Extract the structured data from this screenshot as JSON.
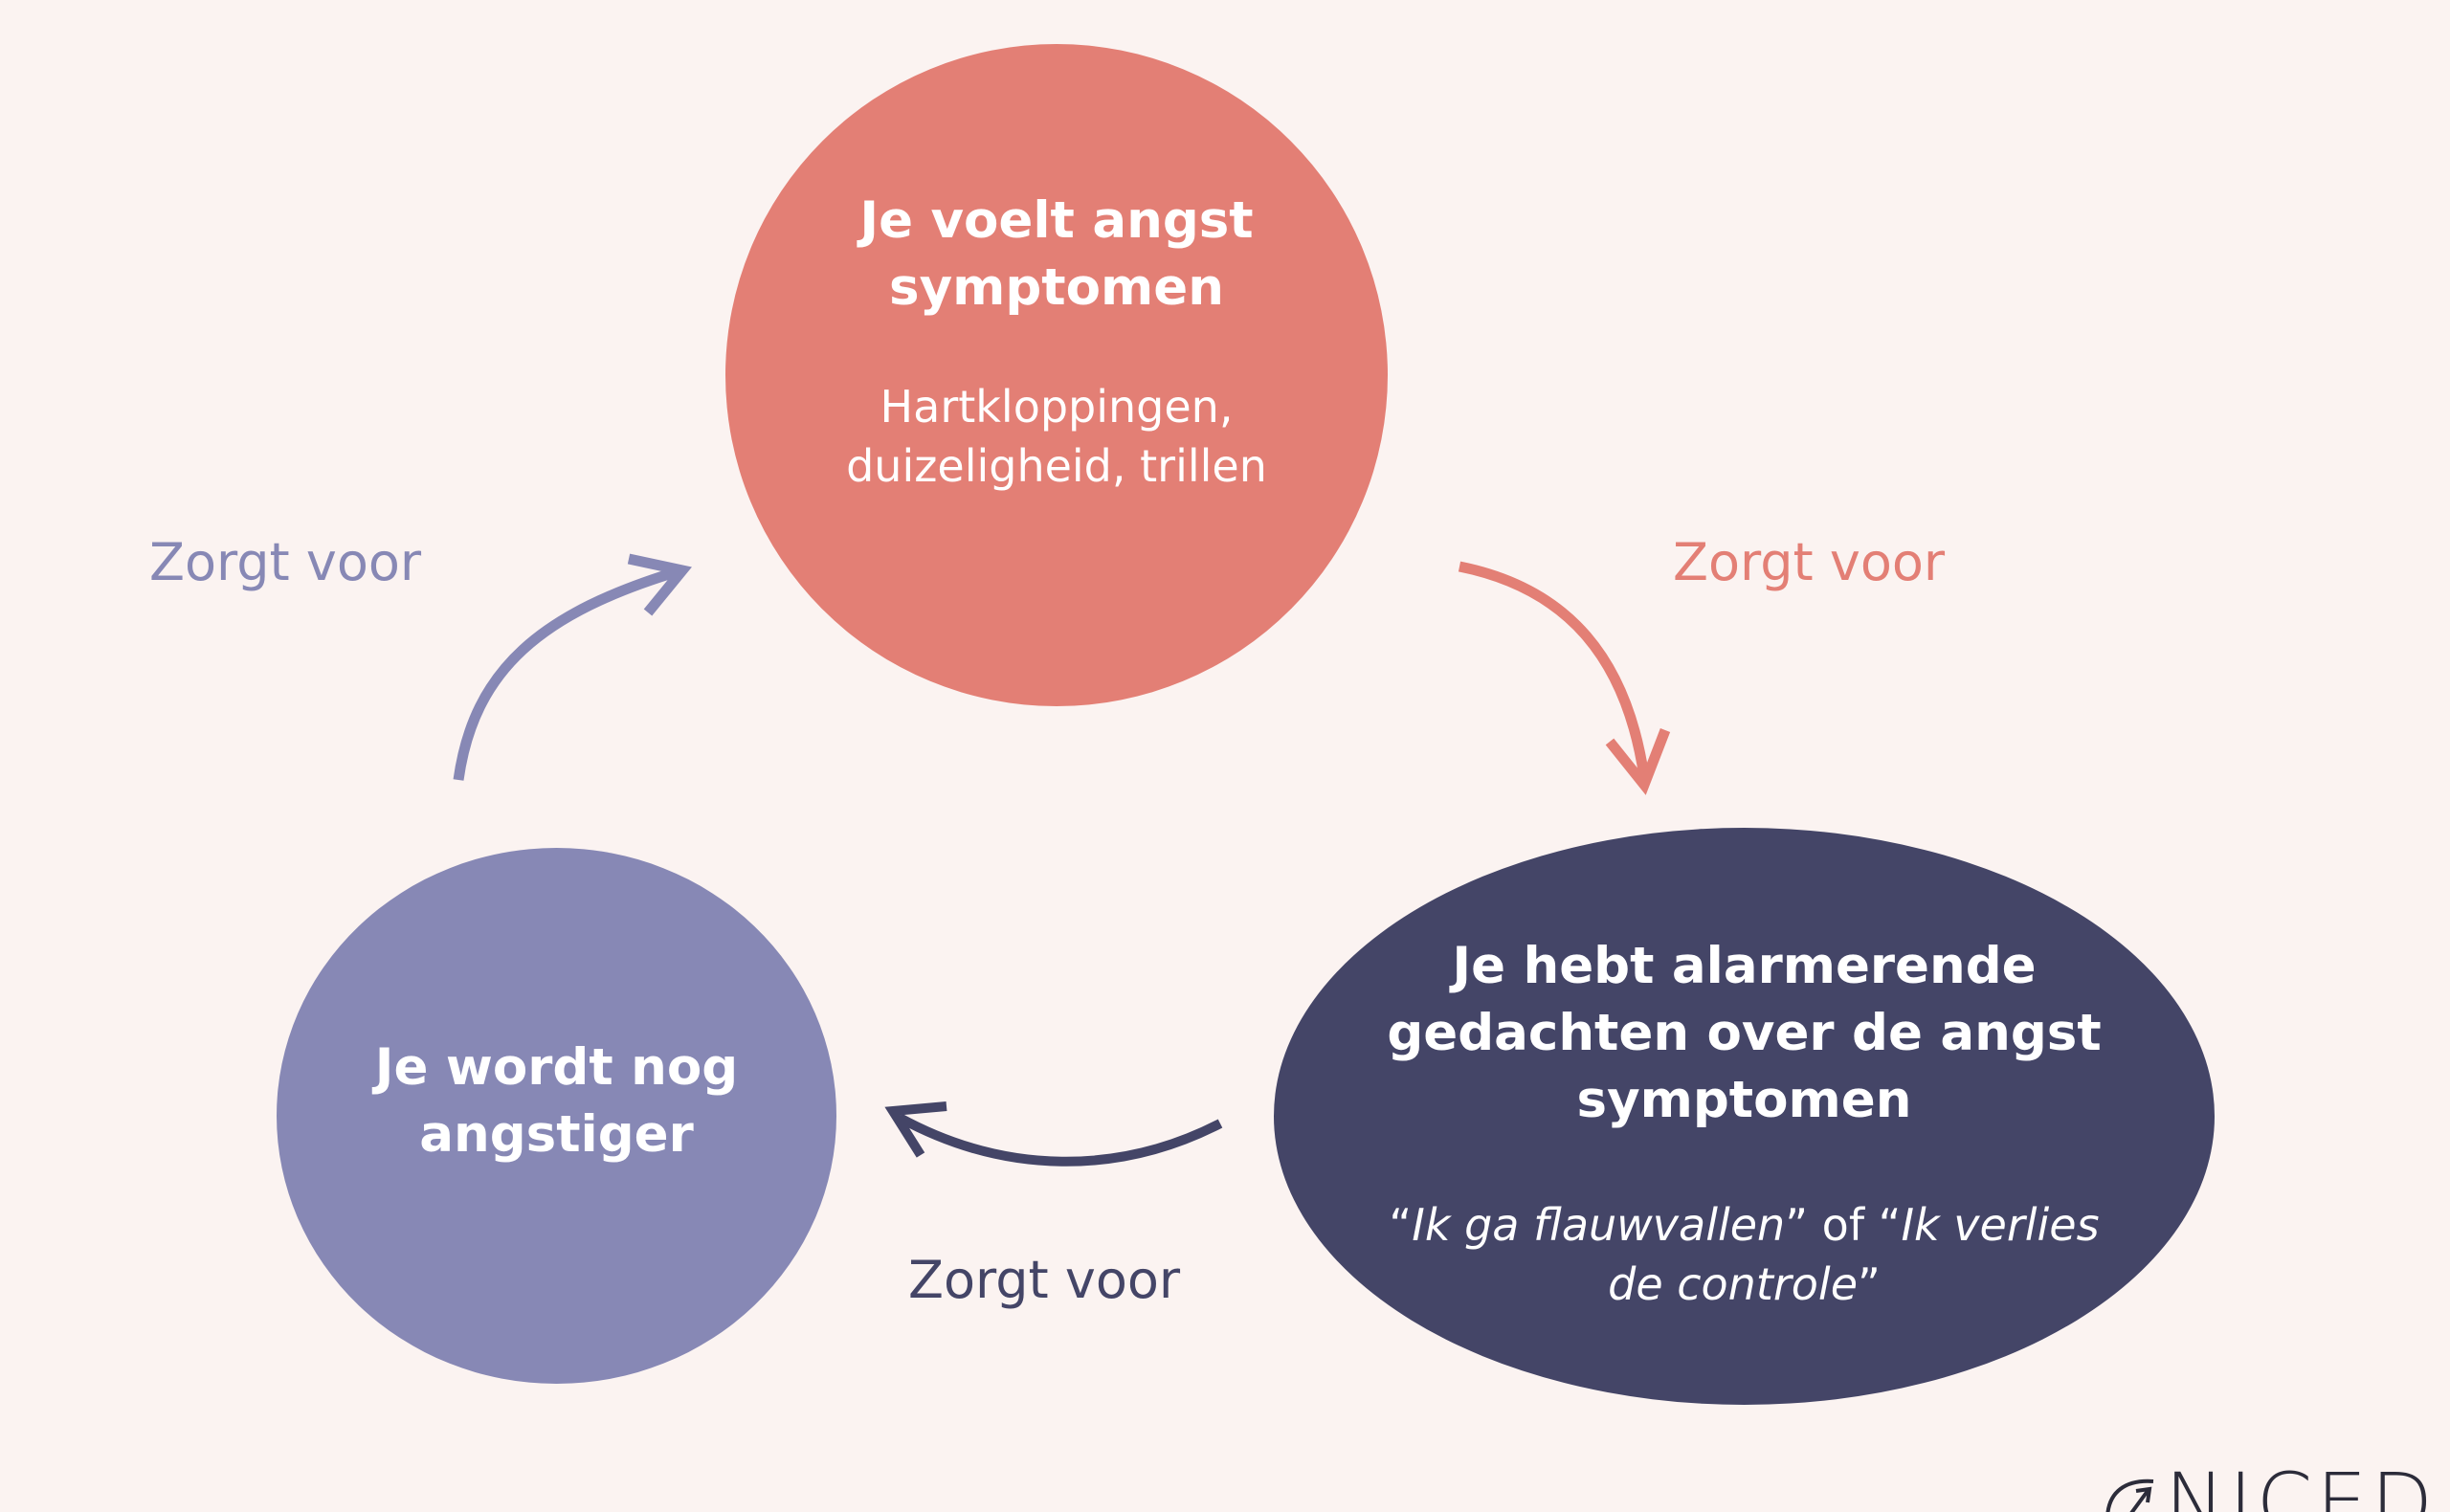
{
  "nodes": {
    "top": {
      "title": "Je voelt angst symptomen",
      "description": "Hartkloppingen, duizeligheid, trillen"
    },
    "right": {
      "title": "Je hebt alarmerende gedachten over de angst symptomen",
      "quote_open_1": "“",
      "quote_italic_1": "Ik ga flauwvallen",
      "quote_mid": "” of “",
      "quote_italic_2": "Ik verlies de controle",
      "quote_close": "”"
    },
    "left": {
      "title": "Je wordt nog angstiger"
    }
  },
  "edges": {
    "top_to_right": {
      "label": "Zorgt voor"
    },
    "right_to_left": {
      "label": "Zorgt voor"
    },
    "left_to_top": {
      "label": "Zorgt voor"
    }
  },
  "brand": {
    "text": "NICED"
  },
  "colors": {
    "background": "#fbf3f1",
    "top_node": "#e37f75",
    "right_node": "#444567",
    "left_node": "#8788b5"
  },
  "icons": [
    "arrow-curved-top-right",
    "arrow-curved-bottom-left",
    "arrow-curved-left-up",
    "niced-logo-icon"
  ]
}
